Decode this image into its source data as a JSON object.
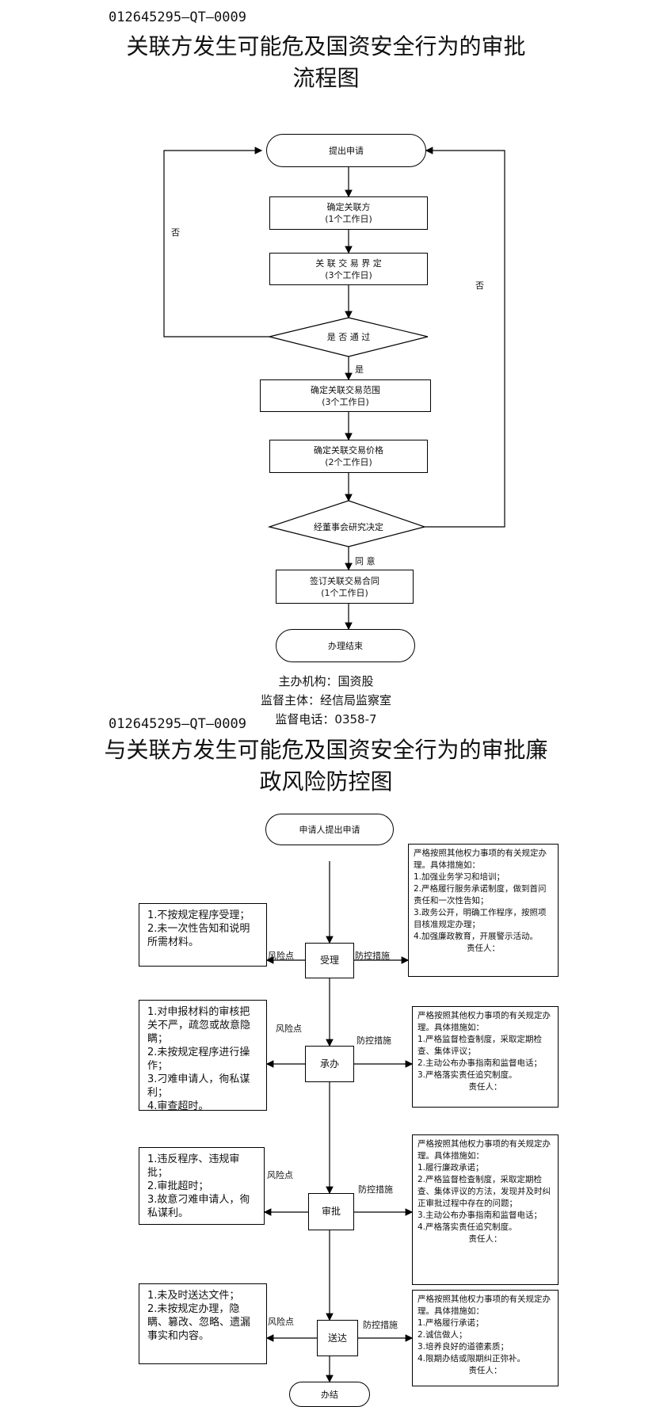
{
  "page1": {
    "doc_code": "012645295—QT—0009",
    "title_line1": "关联方发生可能危及国资安全行为的审批",
    "title_line2": "流程图",
    "nodes": {
      "start": "提出申请",
      "step1_name": "确定关联方",
      "step1_time": "(1个工作日)",
      "step2_name": "关 联 交 易 界 定",
      "step2_time": "(3个工作日)",
      "decision1": "是 否 通 过",
      "step3_name": "确定关联交易范围",
      "step3_time": "(3个工作日)",
      "step4_name": "确定关联交易价格",
      "step4_time": "(2个工作日)",
      "decision2": "经董事会研究决定",
      "step5_name": "签订关联交易合同",
      "step5_time": "(1个工作日)",
      "end": "办理结束"
    },
    "labels": {
      "no_left": "否",
      "no_right": "否",
      "yes": "是",
      "agree": "同 意"
    },
    "footer": {
      "org": "主办机构：国资股",
      "supervisor": "监督主体：经信局监察室",
      "phone": "监督电话：0358-7"
    }
  },
  "page2": {
    "doc_code": "012645295—QT—0009",
    "title_line1": "与关联方发生可能危及国资安全行为的审批廉",
    "title_line2": "政风险防控图",
    "start": "申请人提出申请",
    "end": "办结",
    "risk_label": "风险点",
    "measure_label": "防控措施",
    "stages": [
      {
        "name": "受理",
        "risks": [
          "1.不按规定程序受理；",
          "2.未一次性告知和说明所需材料。"
        ],
        "measures": [
          "严格按照其他权力事项的有关规定办理。具体措施如：",
          "1.加强业务学习和培训；",
          "2.严格履行服务承诺制度，做到首问责任和一次性告知；",
          "3.政务公开，明确工作程序，按照项目核准规定办理；",
          "4.加强廉政教育，开展警示活动。"
        ],
        "responsible": "责任人："
      },
      {
        "name": "承办",
        "risks": [
          "1.对申报材料的审核把关不严，疏忽或故意隐瞒；",
          "2.未按规定程序进行操作；",
          "3.刁难申请人，徇私谋利；",
          "4.审查超时。"
        ],
        "measures": [
          "严格按照其他权力事项的有关规定办理。具体措施如：",
          "1.严格监督检查制度，采取定期检查、集体评议；",
          "2.主动公布办事指南和监督电话；",
          "3.严格落实责任追究制度。"
        ],
        "responsible": "责任人："
      },
      {
        "name": "审批",
        "risks": [
          "1.违反程序、违规审批；",
          "2.审批超时；",
          "3.故意刁难申请人，徇私谋利。"
        ],
        "measures": [
          "严格按照其他权力事项的有关规定办理。具体措施如：",
          "1.履行廉政承诺；",
          "2.严格监督检查制度，采取定期检查、集体评议的方法，发现并及时纠正审批过程中存在的问题；",
          "3.主动公布办事指南和监督电话；",
          "4.严格落实责任追究制度。"
        ],
        "responsible": "责任人："
      },
      {
        "name": "送达",
        "risks": [
          "1.未及时送达文件；",
          "2.未按规定办理，隐瞒、篡改、忽略、遗漏事实和内容。"
        ],
        "measures": [
          "严格按照其他权力事项的有关规定办理。具体措施如：",
          "1.严格履行承诺；",
          "2.诚信做人；",
          "3.培养良好的道德素质；",
          "4.限期办结或限期纠正弥补。"
        ],
        "responsible": "责任人："
      }
    ]
  }
}
